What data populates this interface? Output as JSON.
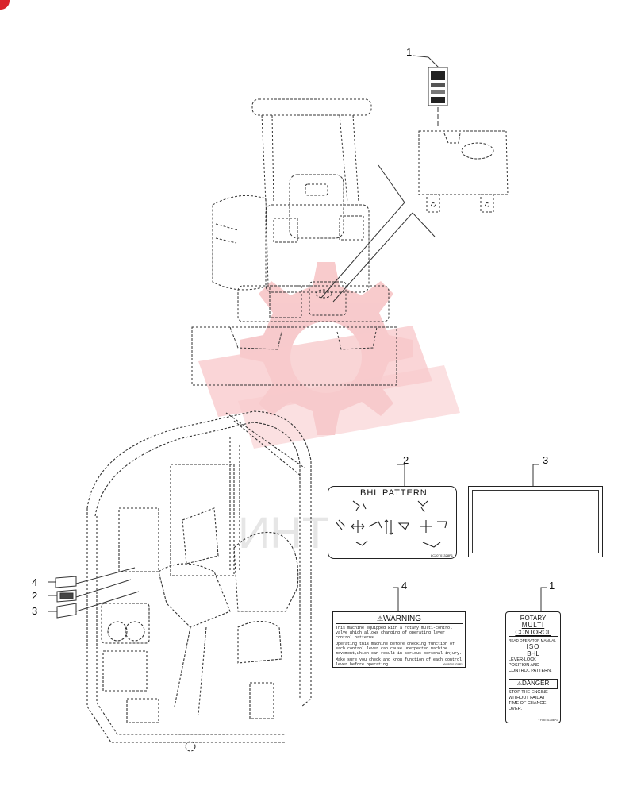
{
  "callouts": {
    "top_decal": "1",
    "bhl_pattern": "2",
    "blank_decal": "3",
    "warning_decal": "4",
    "rotary_decal": "1",
    "cab_4": "4",
    "cab_2": "2",
    "cab_3": "3"
  },
  "bhl_decal": {
    "title": "BHL PATTERN",
    "part_code": "LC20T01328P1"
  },
  "warning_decal": {
    "title": "WARNING",
    "para1": "This machine equipped with a rotary multi-control valve which allows changing of operating lever control patterns.",
    "para2": "Operating this machine before checking function of each control lever can cause unexpected machine movement,which can result in serious personal injury.",
    "para3": "Make sure you check and know function of each control lever before operating.",
    "part_code": "YN05T01029P1"
  },
  "rotary_decal": {
    "line1": "ROTARY",
    "line2": "MULTI",
    "line3": "CONTOROL",
    "line4": "READ OPERATOR MANUAL",
    "line5": "ISO",
    "line6": "BHL",
    "line7": "LEVER-LOCK",
    "line8": "POSITION AND",
    "line9": "CONTROL PATTERN.",
    "danger_title": "DANGER",
    "danger1": "STOP THE ENGINE",
    "danger2": "WITHOUT FAIL AT",
    "danger3": "TIME OF CHANGE OVER.",
    "part_code": "YY05T01308P1"
  },
  "colors": {
    "line": "#333333",
    "watermark": "#f2a0a3",
    "corner_badge": "#d9222a"
  }
}
